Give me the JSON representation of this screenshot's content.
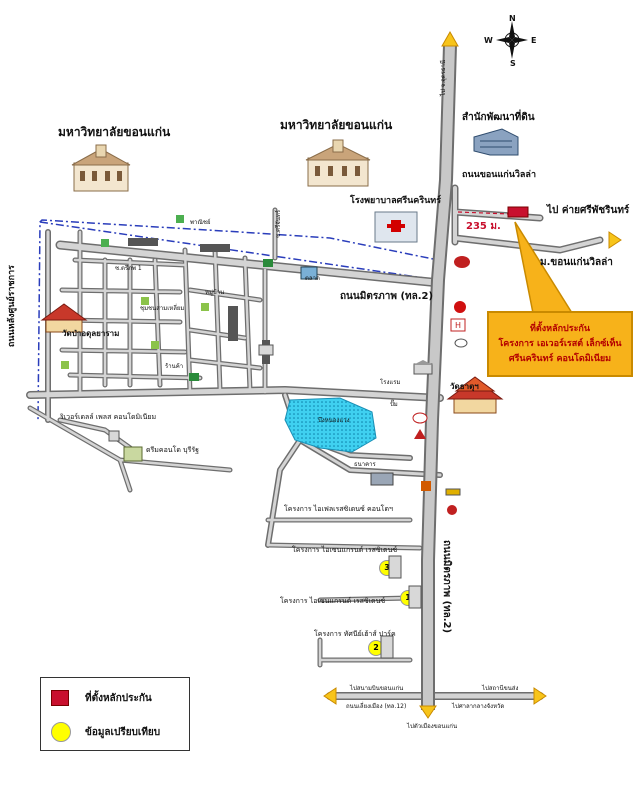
{
  "labels": {
    "kku_left": "มหาวิทยาลัยขอนแก่น",
    "kku_center": "มหาวิทยาลัยขอนแก่น",
    "land_office": "สำนักพัฒนาที่ดิน",
    "srinagarind_hospital": "โรงพยาบาลศรีนครินทร์",
    "khonkaen_villa_road": "ถนนขอนแก่นวิลล่า",
    "to_camp": "ไป ค่ายศรีพัชรินทร์",
    "distance": "235 ม.",
    "khonkaen_villa": "ม.ขอนแก่นวิลล่า",
    "mittraphap_road": "ถนนมิตรภาพ (ทล.2)",
    "mittraphap_road_vertical": "ถนนมิตรภาพ (ทล.2)",
    "to_udon": "ไป จ.อุดรธานี",
    "wat_left": "วัดป่าอดุลยาราม",
    "wat_right": "วัดธาตุฯ",
    "lake": "บึงหนองแวง",
    "ratchaphruek_road": "ถนนหลังศูนย์ราชการ",
    "condo_1": "ริเวอร์เดลล์ เพลส คอนโดมิเนียม",
    "condo_2": "ดรีมคอนโด บุรีรัฐ",
    "project_1": "โครงการ ไอเฟลเรสซิเดนซ์ คอนโดฯ",
    "project_2": "โครงการ ไอเซนแกรนด์ เรสซิเดนซ์",
    "project_3": "โครงการ ไอเซนแกรนด์ เรสซิเดนซ์",
    "project_4": "โครงการ ทัศนีย์เฮ้าส์ ปาร์ค",
    "to_airport": "ไปสนามบินขอนแก่น",
    "to_bus": "ไปสถานีขนส่ง",
    "bypass_road": "ถนนเลี่ยงเมือง (ทล.12)",
    "to_provincial_hall": "ไปศาลากลางจังหวัด",
    "to_khonkaen_city": "ไปตัวเมืองขอนแก่น",
    "small_a": "ซ.ตรีภพ 1",
    "small_b": "พาณิชย์",
    "small_c": "ชุมชนสามเหลี่ยม",
    "small_d": "หมู่บ้าน",
    "small_e": "ร้านค้า",
    "small_f": "ปั๊ม",
    "small_g": "ธนาคาร",
    "small_h": "โรงแรม",
    "small_i": "ตลาด",
    "small_j": "ซ.ศรีจันทร์"
  },
  "callout": {
    "line1": "ที่ตั้งหลักประกัน",
    "line2": "โครงการ เอเวอร์เรสต์ เล็กซ์เท็น",
    "line3": "ศรีนครินทร์ คอนโดมิเนียม"
  },
  "compass": {
    "n": "N",
    "s": "S",
    "e": "E",
    "w": "W"
  },
  "markers": {
    "m1": "1",
    "m2": "2",
    "m3": "3"
  },
  "legend": {
    "collateral": "ที่ตั้งหลักประกัน",
    "comparable": "ข้อมูลเปรียบเทียบ"
  },
  "colors": {
    "road_fill": "#c8c8c8",
    "road_stroke": "#6e6e6e",
    "collateral": "#c8102e",
    "callout_bg": "#f7b21a",
    "arrow": "#f7c41a",
    "lake": "#3fd0f0",
    "boundary": "#2a3dbb"
  }
}
